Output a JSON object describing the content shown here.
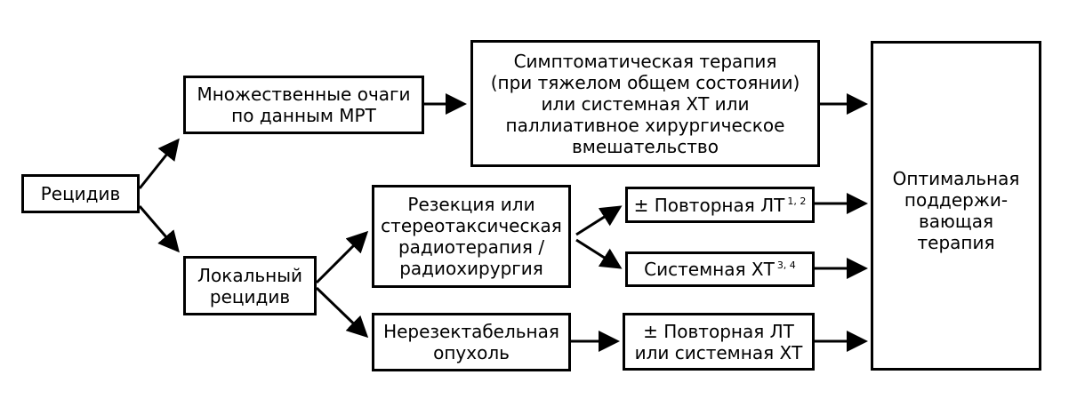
{
  "nodes": {
    "recurrence": {
      "lines": [
        "Рецидив"
      ]
    },
    "multiple_foci": {
      "lines": [
        "Множественные очаги",
        "по данным МРТ"
      ]
    },
    "local_recurrence": {
      "lines": [
        "Локальный",
        "рецидив"
      ]
    },
    "symptomatic": {
      "lines": [
        "Симптоматическая терапия",
        "(при тяжелом общем состоянии)",
        "или системная ХТ или",
        "паллиативное хирургическое",
        "вмешательство"
      ]
    },
    "resection": {
      "lines": [
        "Резекция или",
        "стереотаксическая",
        "радиотерапия /",
        "радиохирургия"
      ]
    },
    "unresectable": {
      "lines": [
        "Нерезектабельная",
        "опухоль"
      ]
    },
    "repeat_rt": {
      "text": "± Повторная ЛТ",
      "sup": "1, 2"
    },
    "systemic_ct": {
      "text": "Системная ХТ",
      "sup": "3, 4"
    },
    "repeat_rt_or_ct": {
      "lines": [
        "± Повторная ЛТ",
        "или системная ХТ"
      ]
    },
    "optimal": {
      "lines": [
        "Оптимальная",
        "поддержи-",
        "вающая",
        "терапия"
      ]
    }
  }
}
